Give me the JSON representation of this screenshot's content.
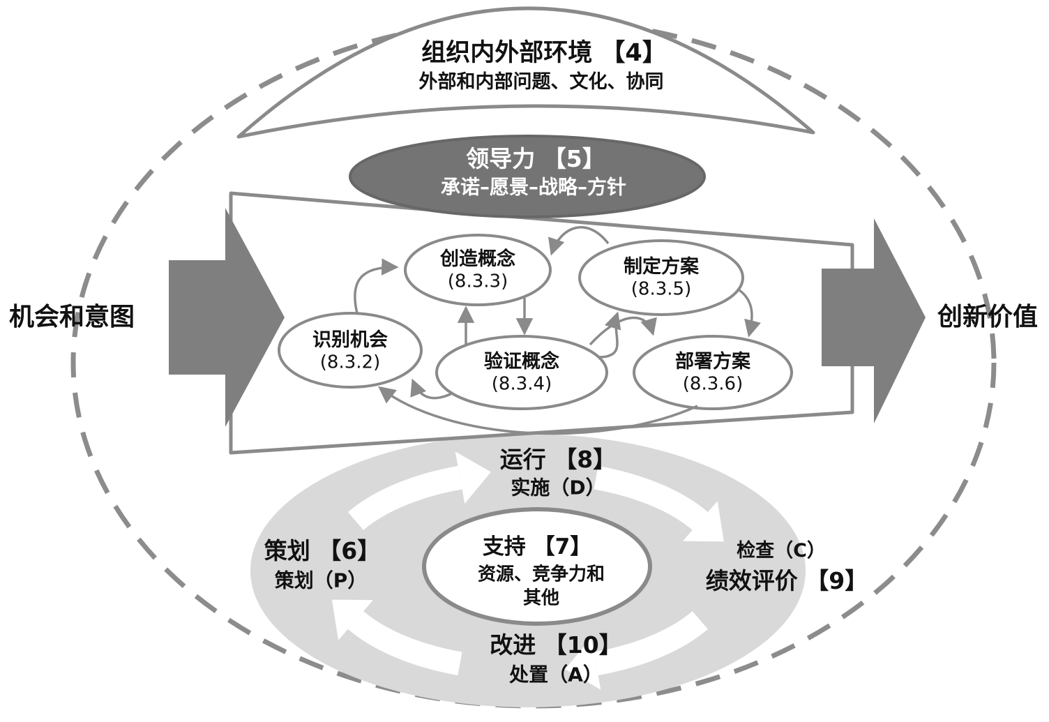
{
  "colors": {
    "dark_gray_fill": "#7f7f7f",
    "leadership_fill": "#747474",
    "ring_light_gray": "#d9d9d9",
    "line_gray": "#8a8a8a",
    "text_black": "#111111",
    "text_white": "#ffffff"
  },
  "environment": {
    "title": "组织内外部环境 【4】",
    "subtitle": "外部和内部问题、文化、协同"
  },
  "leadership": {
    "title": "领导力 【5】",
    "subtitle": "承诺–愿景–战略–方针"
  },
  "left_label": "机会和意图",
  "right_label": "创新价值",
  "processes": [
    {
      "id": "identify",
      "name": "识别机会",
      "clause": "(8.3.2)"
    },
    {
      "id": "create",
      "name": "创造概念",
      "clause": "(8.3.3)"
    },
    {
      "id": "validate",
      "name": "验证概念",
      "clause": "(8.3.4)"
    },
    {
      "id": "develop",
      "name": "制定方案",
      "clause": "(8.3.5)"
    },
    {
      "id": "deploy",
      "name": "部署方案",
      "clause": "(8.3.6)"
    }
  ],
  "pdca": {
    "operation": {
      "title": "运行 【8】",
      "subtitle": "实施（D）"
    },
    "planning": {
      "title": "策划 【6】",
      "subtitle": "策划（P）"
    },
    "evaluation": {
      "check_label": "检查（C）",
      "title": "绩效评价 【9】"
    },
    "improvement": {
      "title": "改进 【10】",
      "subtitle": "处置（A）"
    },
    "support": {
      "title": "支持 【7】",
      "line2": "资源、竞争力和",
      "line3": "其他"
    }
  }
}
